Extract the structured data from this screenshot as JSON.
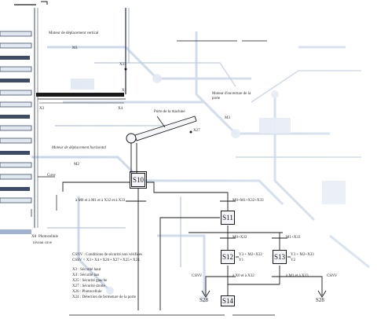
{
  "colors": {
    "circuit_light": "#cdd9ea",
    "circuit_mid": "#9fb3d1",
    "line": "#1a1a1a",
    "panel": "#3d4c66"
  },
  "machine": {
    "motor_vertical": "Moteur de déplacement vertical",
    "m1": "M1",
    "x33": "X33",
    "x1": "X1",
    "x3": "X3",
    "x4": "X4",
    "porte_label": "Porte de la machine",
    "x27": "X27",
    "moteur_porte": "Moteur d'ouverture de la porte",
    "m3": "M3",
    "motor_horizontal": "Moteur de déplacement horizontal",
    "m2": "M2",
    "cuve": "Cuve",
    "x8": "X8",
    "x8_caption": "Photocellule",
    "x8_caption2": "niveau cuve"
  },
  "grafcet": {
    "steps": {
      "s10": "S10",
      "s11": "S11",
      "s12": "S12",
      "s13": "S13",
      "s14": "S14",
      "s28_left": "S28",
      "s28_right": "S28"
    },
    "transitions": {
      "t1": "à M0 et à M1 et à X32 et à X33",
      "t2": "M0+M1+X32+X33",
      "t3": "M0+X32",
      "t4": "M1+X33",
      "t5": "à X0 et à X32",
      "t6": "à M1 et à X33"
    },
    "actions": {
      "a12": "Y3 + M2+X32",
      "a12b": "Y1",
      "a13": "Y3 + M2+X33",
      "a13b": "Y2"
    },
    "csnv_left": "CSNV",
    "csnv_right": "CSNV"
  },
  "legend": {
    "line1": "CSNV : Conditions de sécurité non vérifiées",
    "line2": "CSSV = X3 • X4 • X26 • X27 • X25 • X24",
    "line3": "X3 : Sécurité haut",
    "line4": "X4 : Sécurité bas",
    "line5": "X25 : Sécurité gauche",
    "line6": "X27 : Sécurité droite",
    "line7": "X26 : Photocellule",
    "line8": "X24 : Détection de fermeture de la porte"
  }
}
